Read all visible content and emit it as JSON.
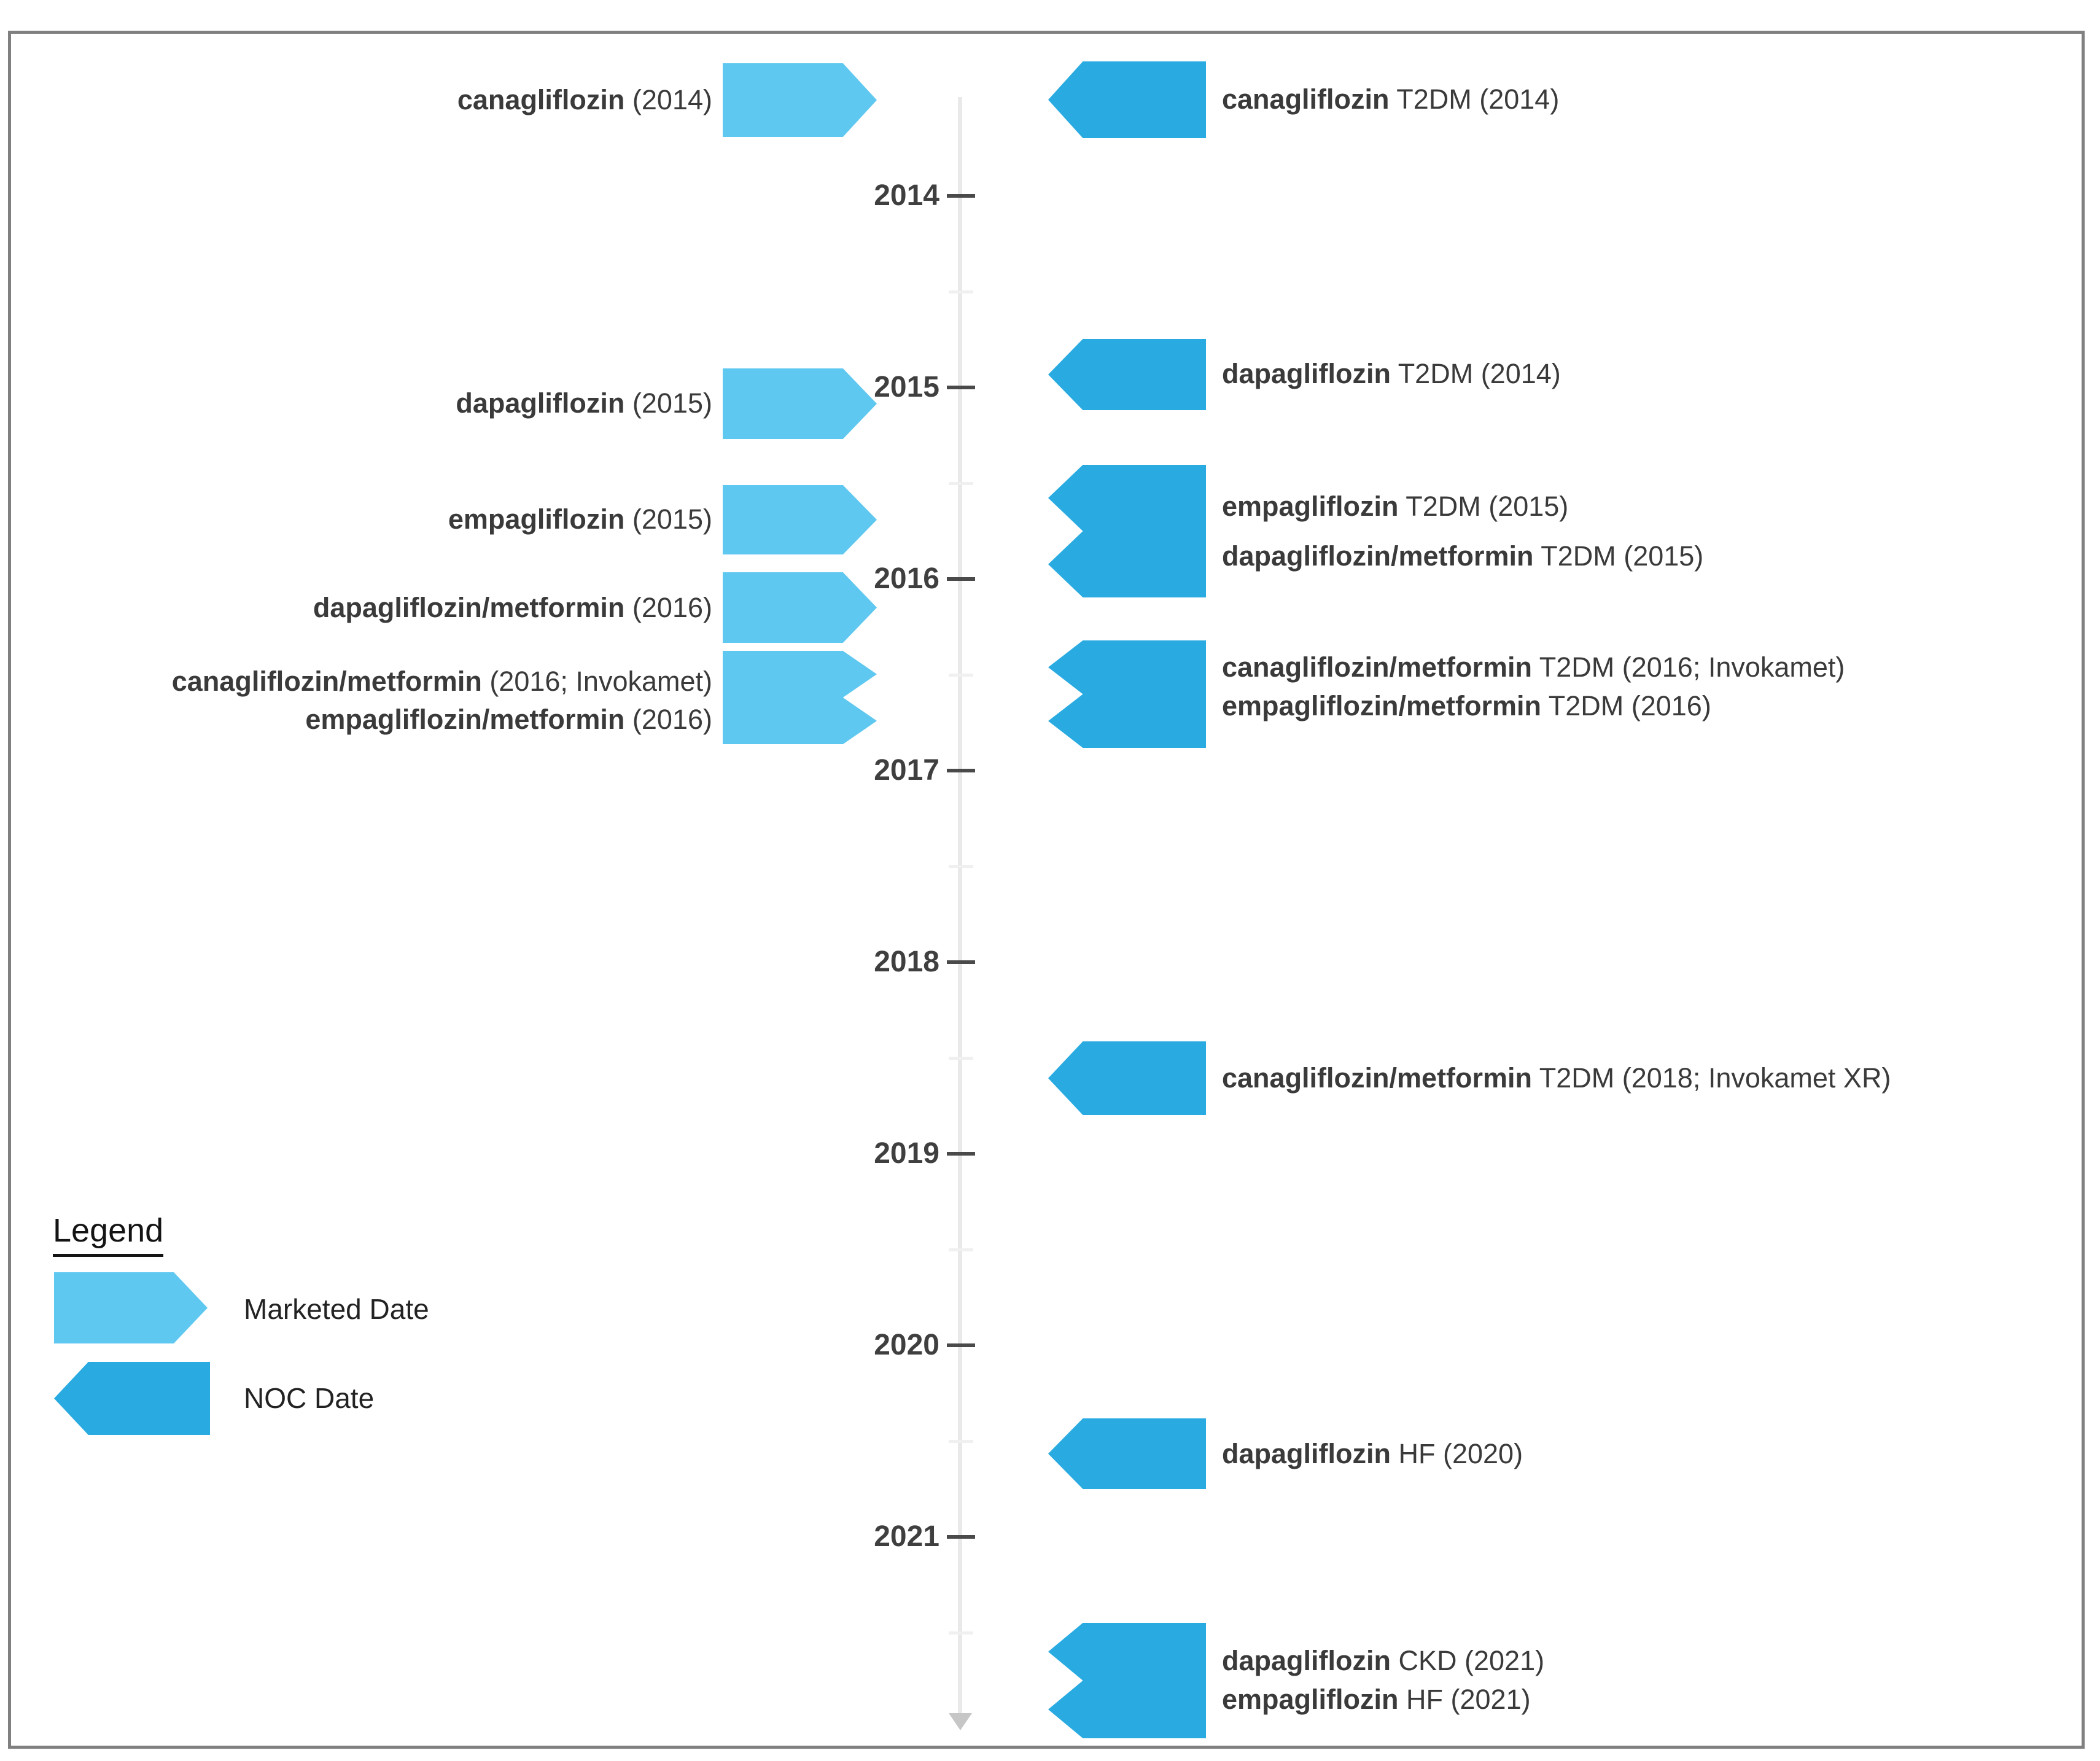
{
  "figure": {
    "type": "vertical-timeline",
    "colors": {
      "marketed_arrow": "#5fc8f0",
      "noc_arrow": "#29abe2",
      "axis": "#e9e9e9",
      "tick": "#4a4a4a",
      "text": "#3a3a3a",
      "border": "#808080"
    }
  },
  "timeline": {
    "years": [
      {
        "label": "2014"
      },
      {
        "label": "2015"
      },
      {
        "label": "2016"
      },
      {
        "label": "2017"
      },
      {
        "label": "2018"
      },
      {
        "label": "2019"
      },
      {
        "label": "2020"
      },
      {
        "label": "2021"
      }
    ],
    "marketed": [
      {
        "arrow": "single",
        "labels": [
          {
            "bold": "canagliflozin",
            "rest": " (2014)"
          }
        ]
      },
      {
        "arrow": "single",
        "labels": [
          {
            "bold": "dapagliflozin",
            "rest": " (2015)"
          }
        ]
      },
      {
        "arrow": "single",
        "labels": [
          {
            "bold": "empagliflozin",
            "rest": " (2015)"
          }
        ]
      },
      {
        "arrow": "single",
        "labels": [
          {
            "bold": "dapagliflozin/metformin",
            "rest": " (2016)"
          }
        ]
      },
      {
        "arrow": "double",
        "labels": [
          {
            "bold": "canagliflozin/metformin",
            "rest": " (2016; Invokamet)"
          },
          {
            "bold": "empagliflozin/metformin",
            "rest": " (2016)"
          }
        ]
      }
    ],
    "noc": [
      {
        "arrow": "single",
        "labels": [
          {
            "bold": "canagliflozin",
            "rest": " T2DM (2014)"
          }
        ]
      },
      {
        "arrow": "single",
        "labels": [
          {
            "bold": "dapagliflozin",
            "rest": " T2DM (2014)"
          }
        ]
      },
      {
        "arrow": "double",
        "labels": [
          {
            "bold": "empagliflozin",
            "rest": " T2DM (2015)"
          },
          {
            "bold": "dapagliflozin/metformin",
            "rest": " T2DM (2015)"
          }
        ]
      },
      {
        "arrow": "double",
        "labels": [
          {
            "bold": "canagliflozin/metformin",
            "rest": " T2DM (2016; Invokamet)"
          },
          {
            "bold": "empagliflozin/metformin",
            "rest": " T2DM (2016)"
          }
        ]
      },
      {
        "arrow": "single",
        "labels": [
          {
            "bold": "canagliflozin/metformin",
            "rest": " T2DM (2018; Invokamet XR)"
          }
        ]
      },
      {
        "arrow": "single",
        "labels": [
          {
            "bold": "dapagliflozin",
            "rest": " HF (2020)"
          }
        ]
      },
      {
        "arrow": "double",
        "labels": [
          {
            "bold": "dapagliflozin",
            "rest": " CKD (2021)"
          },
          {
            "bold": "empagliflozin",
            "rest": " HF (2021)"
          }
        ]
      }
    ]
  },
  "legend": {
    "title": "Legend",
    "items": [
      {
        "label": "Marketed Date",
        "type": "marketed"
      },
      {
        "label": "NOC Date",
        "type": "noc"
      }
    ]
  }
}
